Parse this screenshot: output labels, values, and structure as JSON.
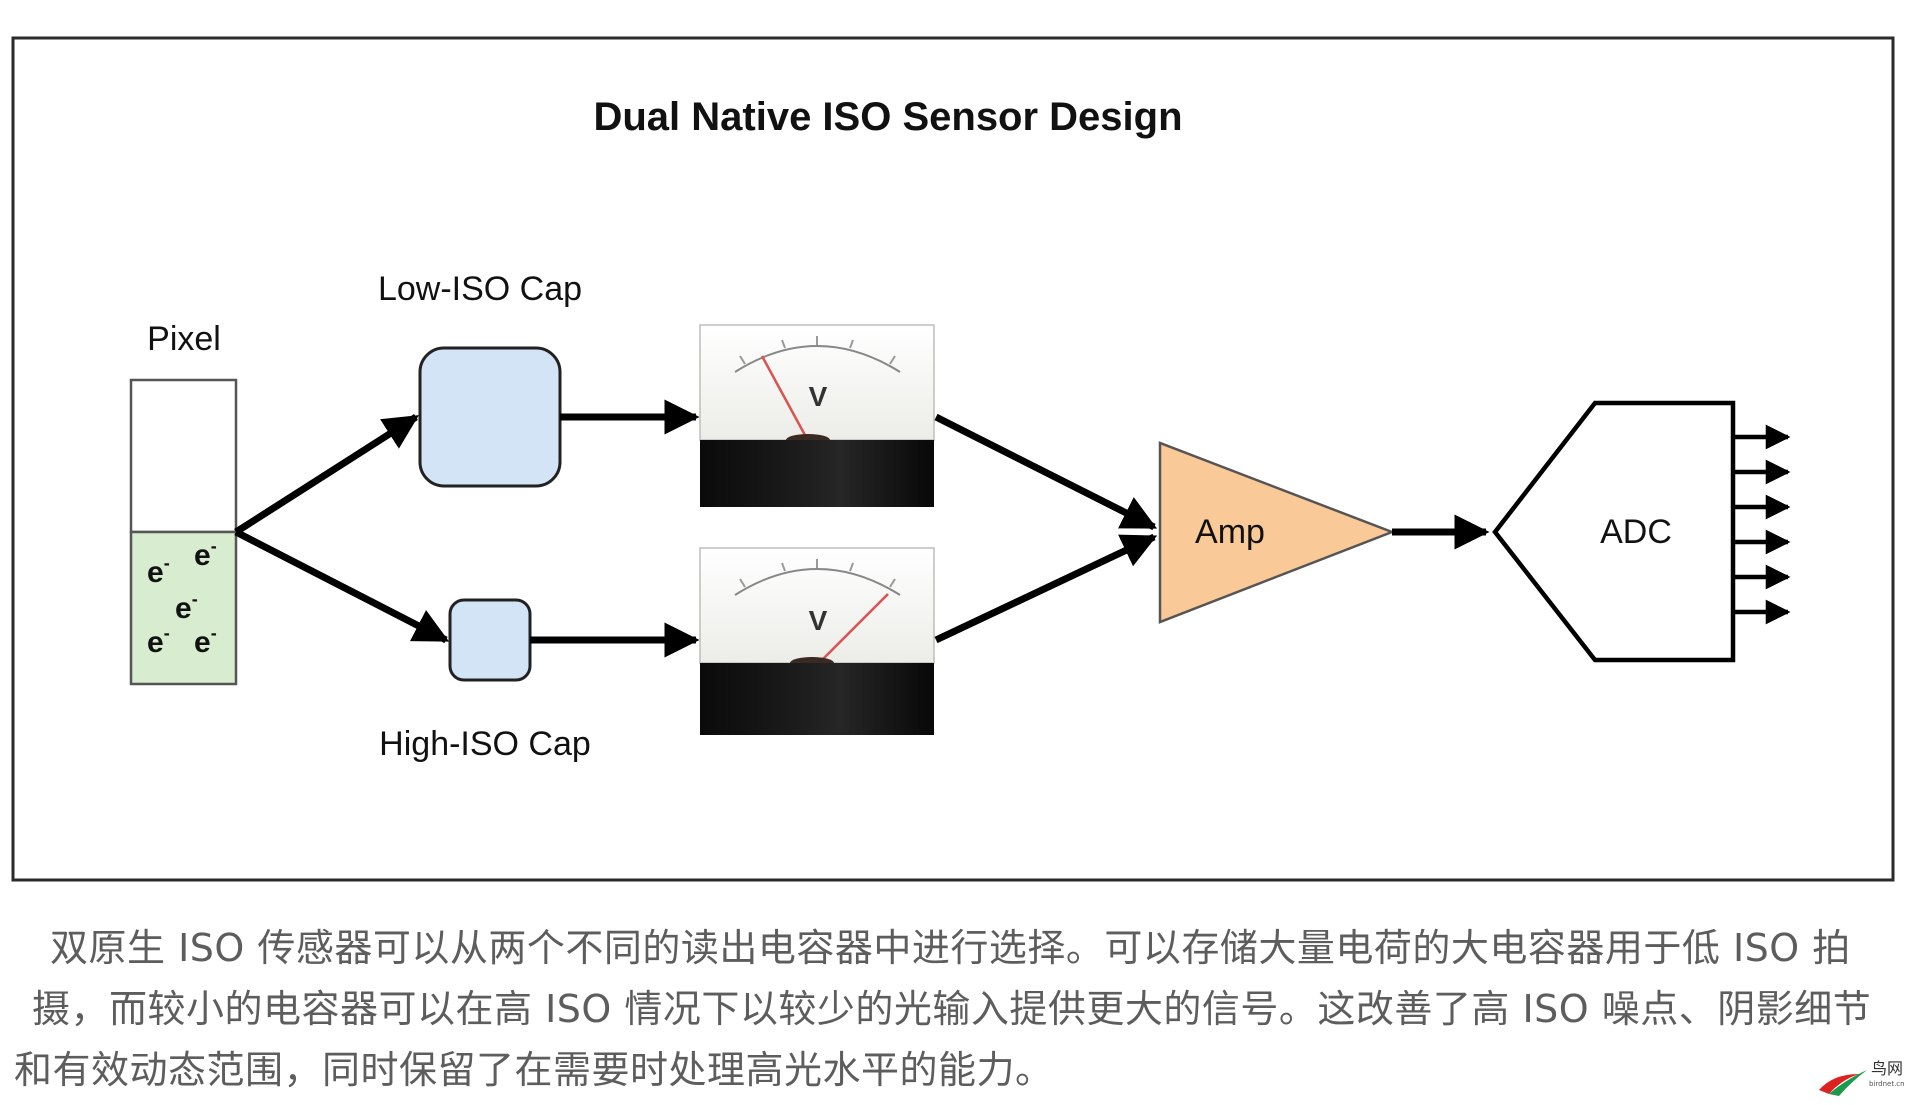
{
  "diagram": {
    "title": "Dual Native ISO Sensor Design",
    "pixel_label": "Pixel",
    "electron_symbol": "e",
    "electron_charge": "-",
    "low_cap_label": "Low-ISO Cap",
    "high_cap_label": "High-ISO Cap",
    "meter_label": "V",
    "amp_label": "Amp",
    "adc_label": "ADC",
    "colors": {
      "border": "#2b2b2b",
      "pixel_fill": "#d8ecd0",
      "cap_fill": "#d3e4f7",
      "amp_fill": "#f9c997",
      "arrow": "#000000"
    }
  },
  "caption": {
    "line1": "双原生 ISO 传感器可以从两个不同的读出电容器中进行选择。可以存储大量电荷的大电容器用于低 ISO 拍",
    "line2": "摄，而较小的电容器可以在高 ISO 情况下以较少的光输入提供更大的信号。这改善了高 ISO 噪点、阴影细节",
    "line3": "和有效动态范围，同时保留了在需要时处理高光水平的能力。"
  },
  "watermark": {
    "text": "鸟网",
    "subtext": "birdnet.cn",
    "icon": "swoosh-logo-icon"
  }
}
